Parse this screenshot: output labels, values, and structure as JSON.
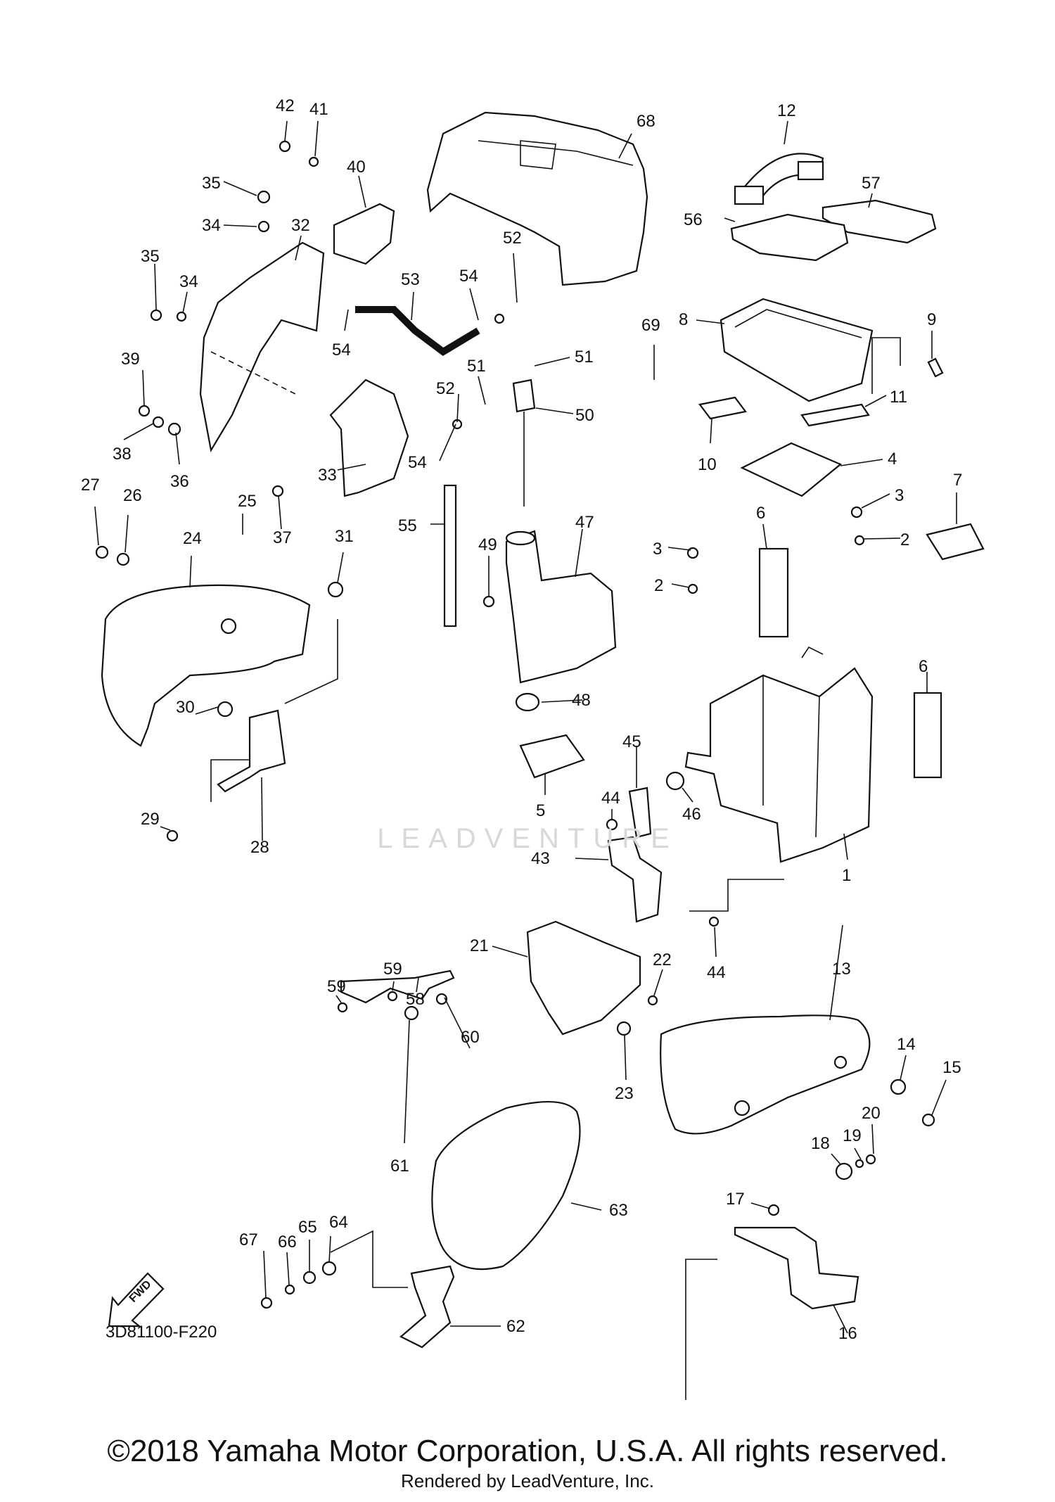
{
  "diagram": {
    "code": "3D81100-F220",
    "fwd_label": "FWD",
    "watermark": "LEADVENTURE",
    "callouts": [
      "42",
      "41",
      "40",
      "35",
      "34",
      "32",
      "35",
      "34",
      "39",
      "38",
      "36",
      "37",
      "33",
      "53",
      "54",
      "54",
      "52",
      "51",
      "51",
      "50",
      "52",
      "54",
      "55",
      "68",
      "12",
      "57",
      "56",
      "8",
      "9",
      "69",
      "11",
      "10",
      "4",
      "3",
      "2",
      "7",
      "3",
      "2",
      "6",
      "6",
      "27",
      "26",
      "24",
      "25",
      "31",
      "30",
      "29",
      "28",
      "49",
      "47",
      "48",
      "5",
      "45",
      "46",
      "44",
      "43",
      "44",
      "1",
      "21",
      "22",
      "59",
      "59",
      "58",
      "60",
      "23",
      "13",
      "14",
      "15",
      "61",
      "63",
      "20",
      "19",
      "18",
      "17",
      "67",
      "66",
      "65",
      "64",
      "62",
      "16"
    ]
  },
  "footer": {
    "copyright": "©2018 Yamaha Motor Corporation, U.S.A. All rights reserved.",
    "rendered_by": "Rendered by LeadVenture, Inc."
  }
}
